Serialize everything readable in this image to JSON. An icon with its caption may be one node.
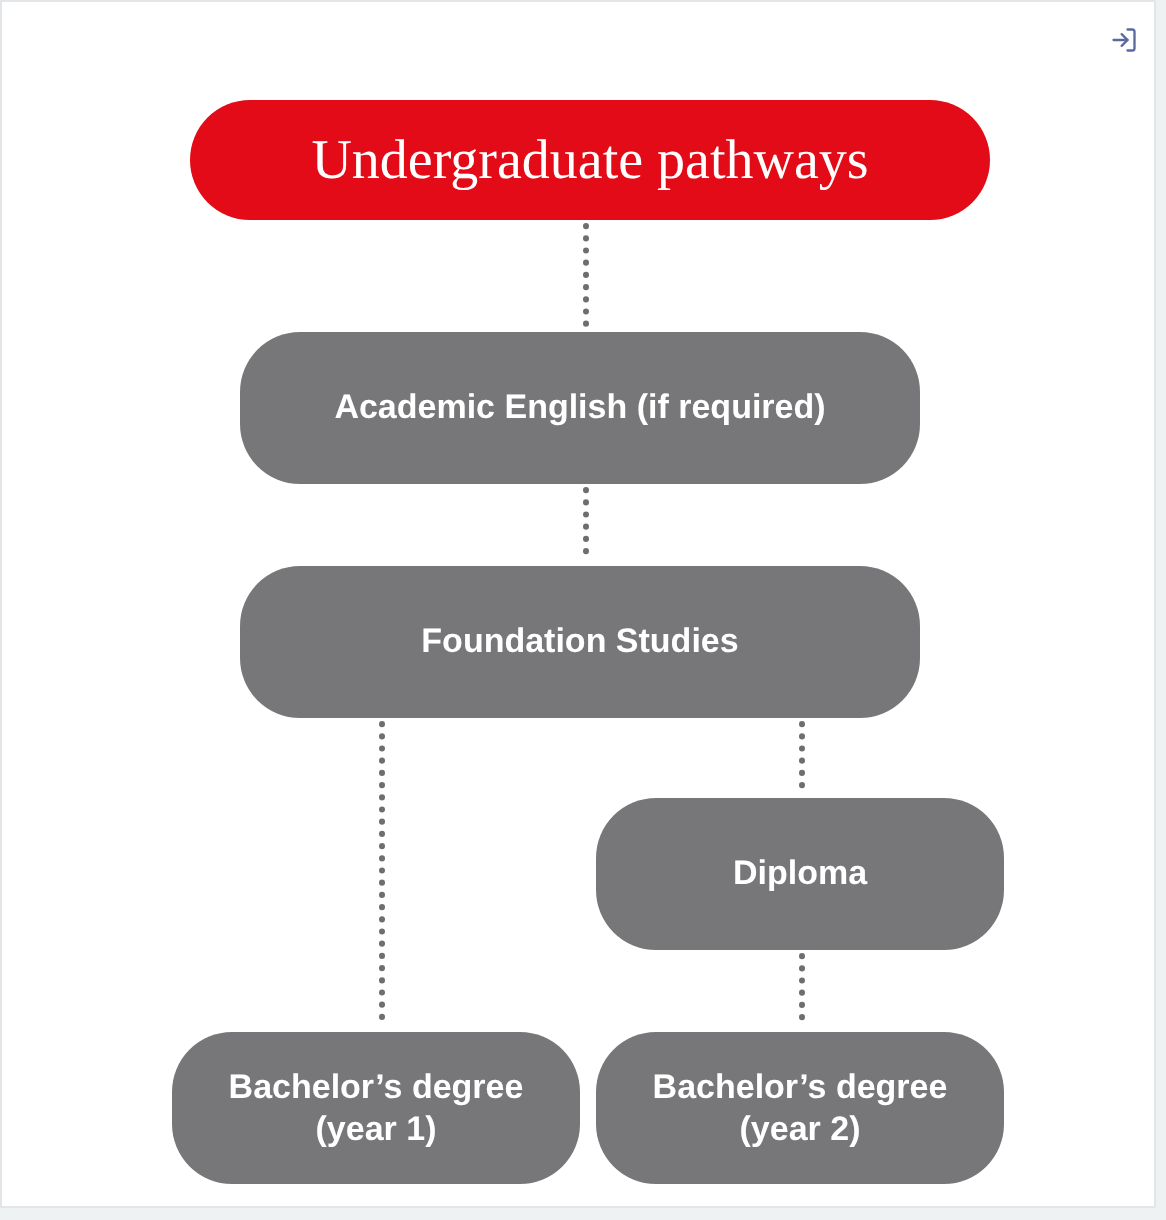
{
  "diagram": {
    "nodes": [
      {
        "text": [
          "Undergraduate pathways"
        ]
      },
      {
        "text": [
          "Academic English (if required)"
        ]
      },
      {
        "text": [
          "Foundation Studies"
        ]
      },
      {
        "text": [
          "Diploma"
        ]
      },
      {
        "text": [
          "Bachelor’s degree (year 1)"
        ]
      },
      {
        "text": [
          "Bachelor’s degree (year 2)"
        ]
      }
    ],
    "edges": [
      {
        "from": 0,
        "to": 1,
        "arrow": "none"
      },
      {
        "from": 1,
        "to": 2,
        "arrow": "none"
      },
      {
        "from": 2,
        "to": 4,
        "arrow": "none"
      },
      {
        "from": 2,
        "to": 3,
        "arrow": "none"
      },
      {
        "from": 3,
        "to": 5,
        "arrow": "none"
      }
    ]
  }
}
